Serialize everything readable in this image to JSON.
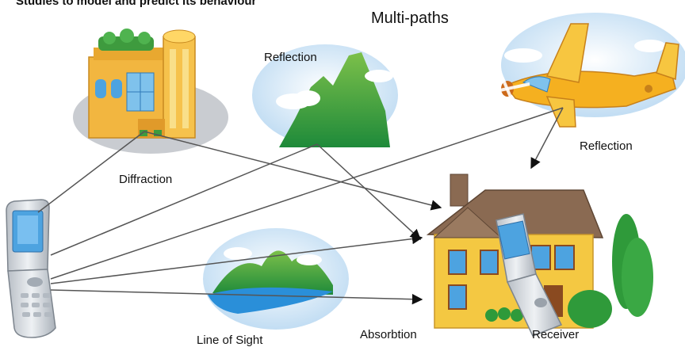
{
  "header": {
    "top_text": "Studies to model and predict its behaviour",
    "title": "Multi-paths"
  },
  "labels": {
    "reflection_mountain": "Reflection",
    "reflection_plane": "Reflection",
    "diffraction": "Diffraction",
    "line_of_sight": "Line of Sight",
    "absorbtion": "Absorbtion",
    "receiver": "Receiver"
  },
  "colors": {
    "line": "#555555",
    "sky": "#cfe6f7",
    "mountain": "#3fa34a",
    "building": "#f2b640",
    "plane": "#f5b020",
    "house_wall": "#f4c842",
    "roof": "#8a6a52",
    "phone": "#cfd4da",
    "phone_screen": "#4da3e0"
  }
}
